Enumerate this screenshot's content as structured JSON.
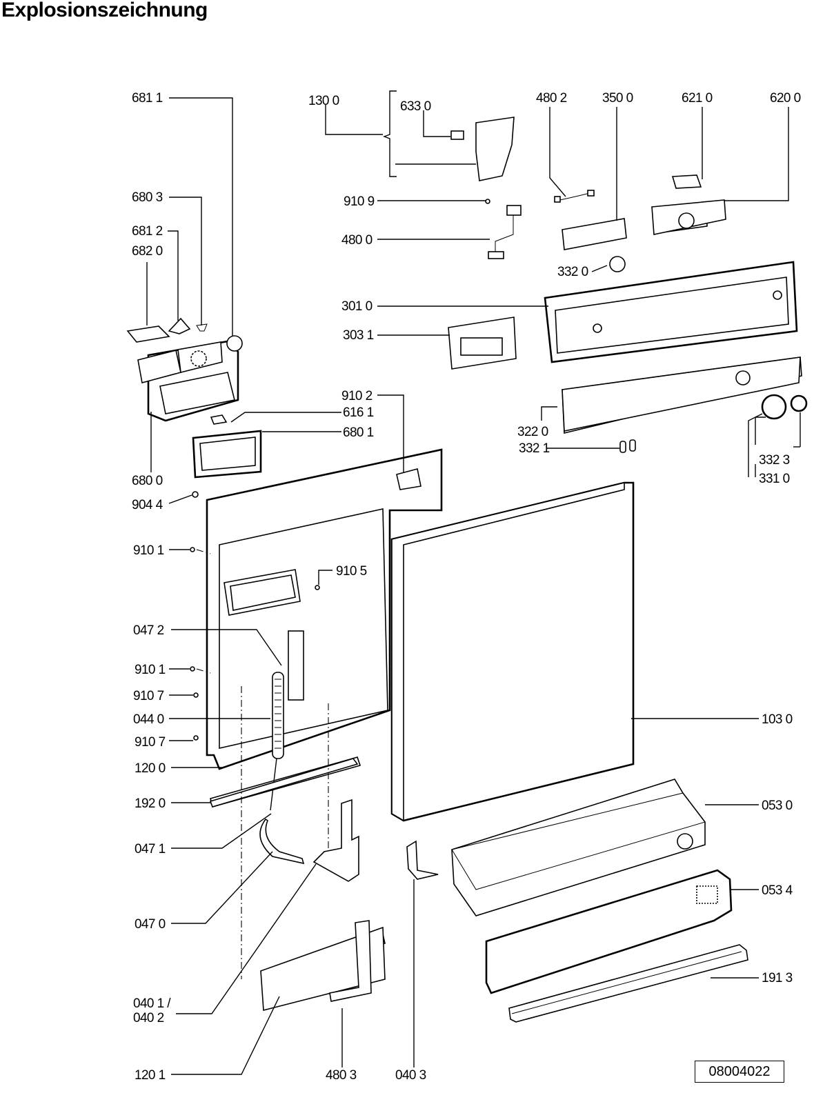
{
  "title": "Explosionszeichnung",
  "doc_number": "08004022",
  "callouts": [
    {
      "id": "681-1",
      "label": "681 1"
    },
    {
      "id": "130-0",
      "label": "130 0"
    },
    {
      "id": "633-0",
      "label": "633 0"
    },
    {
      "id": "480-2",
      "label": "480 2"
    },
    {
      "id": "350-0",
      "label": "350 0"
    },
    {
      "id": "621-0",
      "label": "621 0"
    },
    {
      "id": "620-0",
      "label": "620 0"
    },
    {
      "id": "680-3",
      "label": "680 3"
    },
    {
      "id": "910-9",
      "label": "910 9"
    },
    {
      "id": "681-2",
      "label": "681 2"
    },
    {
      "id": "682-0",
      "label": "682 0"
    },
    {
      "id": "480-0",
      "label": "480 0"
    },
    {
      "id": "332-0",
      "label": "332 0"
    },
    {
      "id": "301-0",
      "label": "301 0"
    },
    {
      "id": "303-1",
      "label": "303 1"
    },
    {
      "id": "910-2",
      "label": "910 2"
    },
    {
      "id": "616-1",
      "label": "616 1"
    },
    {
      "id": "680-1",
      "label": "680 1"
    },
    {
      "id": "322-0",
      "label": "322 0"
    },
    {
      "id": "332-1",
      "label": "332 1"
    },
    {
      "id": "332-3",
      "label": "332 3"
    },
    {
      "id": "331-0",
      "label": "331 0"
    },
    {
      "id": "680-0",
      "label": "680 0"
    },
    {
      "id": "904-4",
      "label": "904 4"
    },
    {
      "id": "910-1a",
      "label": "910 1"
    },
    {
      "id": "910-5",
      "label": "910 5"
    },
    {
      "id": "047-2",
      "label": "047 2"
    },
    {
      "id": "910-1b",
      "label": "910 1"
    },
    {
      "id": "910-7a",
      "label": "910 7"
    },
    {
      "id": "044-0",
      "label": "044 0"
    },
    {
      "id": "910-7b",
      "label": "910 7"
    },
    {
      "id": "103-0",
      "label": "103 0"
    },
    {
      "id": "120-0",
      "label": "120 0"
    },
    {
      "id": "192-0",
      "label": "192 0"
    },
    {
      "id": "053-0",
      "label": "053 0"
    },
    {
      "id": "047-1",
      "label": "047 1"
    },
    {
      "id": "053-4",
      "label": "053 4"
    },
    {
      "id": "047-0",
      "label": "047 0"
    },
    {
      "id": "191-3",
      "label": "191 3"
    },
    {
      "id": "040-1",
      "label": "040 1 /"
    },
    {
      "id": "040-2",
      "label": "040 2"
    },
    {
      "id": "120-1",
      "label": "120 1"
    },
    {
      "id": "480-3",
      "label": "480 3"
    },
    {
      "id": "040-3",
      "label": "040 3"
    }
  ]
}
